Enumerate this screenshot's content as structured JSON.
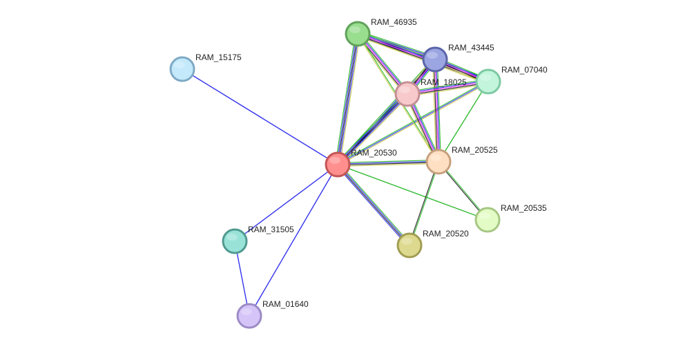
{
  "network": {
    "nodes": [
      {
        "id": "RAM_46935",
        "label": "RAM_46935",
        "fill": "#99dd8f",
        "stroke": "#5fa25a"
      },
      {
        "id": "RAM_43445",
        "label": "RAM_43445",
        "fill": "#9aa5e2",
        "stroke": "#5a64a8"
      },
      {
        "id": "RAM_07040",
        "label": "RAM_07040",
        "fill": "#c2f5dc",
        "stroke": "#7dc9a3"
      },
      {
        "id": "RAM_18025",
        "label": "RAM_18025",
        "fill": "#f7c9cb",
        "stroke": "#c58f94"
      },
      {
        "id": "RAM_15175",
        "label": "RAM_15175",
        "fill": "#c3e9fb",
        "stroke": "#7fa9c4"
      },
      {
        "id": "RAM_20530",
        "label": "RAM_20530",
        "fill": "#ff8f8f",
        "stroke": "#c35555"
      },
      {
        "id": "RAM_20525",
        "label": "RAM_20525",
        "fill": "#ffdfc2",
        "stroke": "#c6a07e"
      },
      {
        "id": "RAM_20535",
        "label": "RAM_20535",
        "fill": "#e3fcc6",
        "stroke": "#a6c783"
      },
      {
        "id": "RAM_20520",
        "label": "RAM_20520",
        "fill": "#ddd98e",
        "stroke": "#a19d52"
      },
      {
        "id": "RAM_31505",
        "label": "RAM_31505",
        "fill": "#99e2d8",
        "stroke": "#4f9990"
      },
      {
        "id": "RAM_01640",
        "label": "RAM_01640",
        "fill": "#d4c4f8",
        "stroke": "#9c8bc6"
      }
    ],
    "edges": [
      {
        "source": "RAM_15175",
        "target": "RAM_20530",
        "colors": [
          "#3333ee"
        ]
      },
      {
        "source": "RAM_20530",
        "target": "RAM_31505",
        "colors": [
          "#3333ee"
        ]
      },
      {
        "source": "RAM_20530",
        "target": "RAM_01640",
        "colors": [
          "#3333ee"
        ]
      },
      {
        "source": "RAM_31505",
        "target": "RAM_01640",
        "colors": [
          "#3333ee"
        ]
      },
      {
        "source": "RAM_20530",
        "target": "RAM_20535",
        "colors": [
          "#33bb33"
        ]
      },
      {
        "source": "RAM_20530",
        "target": "RAM_46935",
        "colors": [
          "#33bb33",
          "#3333ee",
          "#222222",
          "#3333ee",
          "#cccc55"
        ]
      },
      {
        "source": "RAM_20530",
        "target": "RAM_43445",
        "colors": [
          "#33bb33",
          "#3333ee",
          "#222222",
          "#3333ee"
        ]
      },
      {
        "source": "RAM_20530",
        "target": "RAM_18025",
        "colors": [
          "#33bb33",
          "#3333ee",
          "#222222",
          "#3333ee",
          "#cccc55"
        ]
      },
      {
        "source": "RAM_20530",
        "target": "RAM_07040",
        "colors": [
          "#33bb33",
          "#3333ee",
          "#cccc55"
        ]
      },
      {
        "source": "RAM_20530",
        "target": "RAM_20525",
        "colors": [
          "#33bb33",
          "#3333ee",
          "#222222",
          "#cccc55"
        ]
      },
      {
        "source": "RAM_20530",
        "target": "RAM_20520",
        "colors": [
          "#33bb33",
          "#3333ee",
          "#222222",
          "#3333ee"
        ]
      },
      {
        "source": "RAM_46935",
        "target": "RAM_43445",
        "colors": [
          "#33bb33",
          "#3333ee",
          "#ee33ee",
          "#222222",
          "#3333ee",
          "#cccc55"
        ]
      },
      {
        "source": "RAM_46935",
        "target": "RAM_07040",
        "colors": [
          "#33bb33",
          "#3333ee",
          "#ee33ee",
          "#222222",
          "#cccc55"
        ]
      },
      {
        "source": "RAM_46935",
        "target": "RAM_18025",
        "colors": [
          "#33bb33",
          "#3333ee",
          "#ee33ee",
          "#222222",
          "#cccc55"
        ]
      },
      {
        "source": "RAM_46935",
        "target": "RAM_20525",
        "colors": [
          "#33bb33",
          "#cccc55"
        ]
      },
      {
        "source": "RAM_43445",
        "target": "RAM_07040",
        "colors": [
          "#33bb33",
          "#3333ee",
          "#ee33ee",
          "#222222",
          "#cccc55"
        ]
      },
      {
        "source": "RAM_43445",
        "target": "RAM_18025",
        "colors": [
          "#33bb33",
          "#3333ee",
          "#ee33ee",
          "#222222",
          "#cccc55"
        ]
      },
      {
        "source": "RAM_43445",
        "target": "RAM_20525",
        "colors": [
          "#33bb33",
          "#3333ee",
          "#ee33ee",
          "#222222",
          "#cccc55"
        ]
      },
      {
        "source": "RAM_18025",
        "target": "RAM_07040",
        "colors": [
          "#33bb33",
          "#3333ee",
          "#ee33ee",
          "#222222",
          "#cccc55"
        ]
      },
      {
        "source": "RAM_18025",
        "target": "RAM_20525",
        "colors": [
          "#33bb33",
          "#3333ee",
          "#ee33ee",
          "#222222",
          "#cccc55"
        ]
      },
      {
        "source": "RAM_07040",
        "target": "RAM_20525",
        "colors": [
          "#33bb33"
        ]
      },
      {
        "source": "RAM_20525",
        "target": "RAM_20535",
        "colors": [
          "#33bb33",
          "#222222"
        ]
      },
      {
        "source": "RAM_20525",
        "target": "RAM_20520",
        "colors": [
          "#33bb33",
          "#222222"
        ]
      }
    ]
  }
}
